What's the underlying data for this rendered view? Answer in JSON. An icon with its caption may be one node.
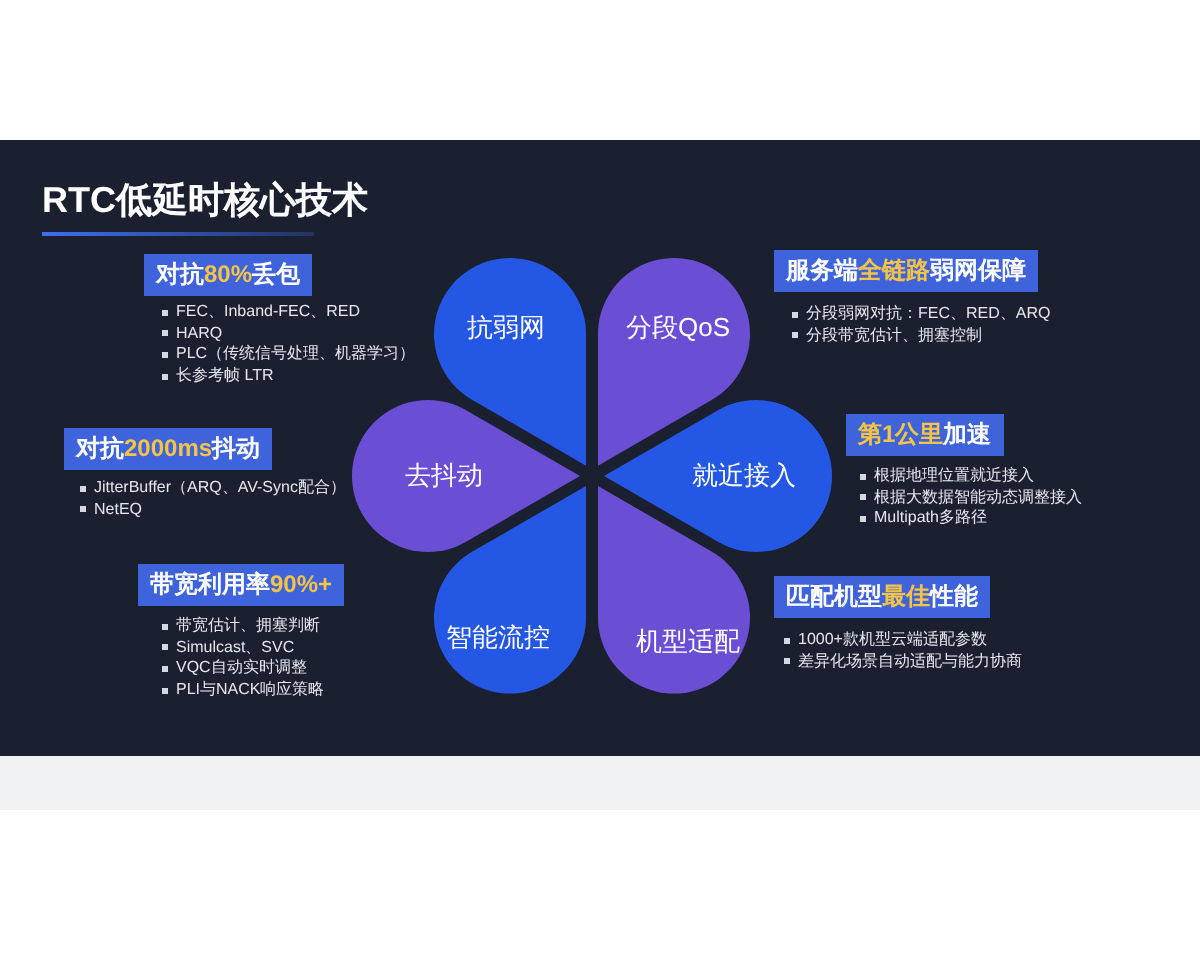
{
  "diagram": {
    "title": "RTC低延时核心技术",
    "nodes": [
      {
        "text": [
          "对抗**80%**丢包"
        ],
        "beside": [
          "FEC、Inband-FEC、RED",
          "HARQ",
          "PLC（传统信号处理、机器学习）",
          "长参考帧 LTR"
        ]
      },
      {
        "text": [
          "抗弱网"
        ]
      },
      {
        "text": [
          "分段QoS"
        ]
      },
      {
        "text": [
          "服务端**全链路**弱网保障"
        ],
        "beside": [
          "分段弱网对抗：FEC、RED、ARQ",
          "分段带宽估计、拥塞控制"
        ]
      },
      {
        "text": [
          "对抗**2000ms**抖动"
        ],
        "beside": [
          "JitterBuffer（ARQ、AV-Sync配合）",
          "NetEQ"
        ]
      },
      {
        "text": [
          "去抖动"
        ]
      },
      {
        "text": [
          "就近接入"
        ]
      },
      {
        "text": [
          "**第1公里**加速"
        ],
        "beside": [
          "根据地理位置就近接入",
          "根据大数据智能动态调整接入",
          "Multipath多路径"
        ]
      },
      {
        "text": [
          "带宽利用率**90%+**"
        ],
        "beside": [
          "带宽估计、拥塞判断",
          "Simulcast、SVC",
          "VQC自动实时调整",
          "PLI与NACK响应策略"
        ]
      },
      {
        "text": [
          "智能流控"
        ]
      },
      {
        "text": [
          "机型适配"
        ]
      },
      {
        "text": [
          "匹配机型**最佳**性能"
        ],
        "beside": [
          "1000+款机型云端适配参数",
          "差异化场景自动适配与能力协商"
        ]
      }
    ]
  }
}
